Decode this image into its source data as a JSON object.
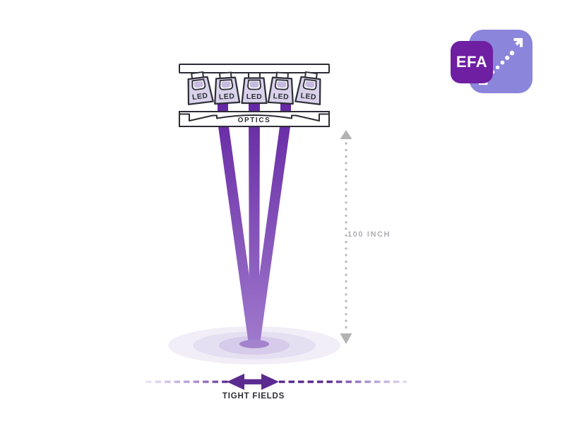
{
  "diagram": {
    "leds": [
      "LED",
      "LED",
      "LED",
      "LED",
      "LED"
    ],
    "optics_label": "OPTICS",
    "distance_label": "100 INCH",
    "spread_label": "TIGHT FIELDS"
  },
  "logo": {
    "text": "EFA",
    "badge_color": "#6E1FA2",
    "tile_color": "#8B85DB",
    "icon": "diagonal-dotted-expand-arrow"
  },
  "palette": {
    "outline": "#2D2D36",
    "led_body_fill": "#D9D2EA",
    "led_cup_fill": "#C6BAE1",
    "beam_top": "#6526A3",
    "beam_bottom": "#A07BCD",
    "spot_rings": [
      "#F1EEF8",
      "#E5DFF2",
      "#D6CBEA"
    ],
    "spot_center": "#A383CE",
    "measure_gray": "#B2AFB4",
    "arrow_purple": "#5C2B90",
    "label_dark": "#2E2E33"
  }
}
